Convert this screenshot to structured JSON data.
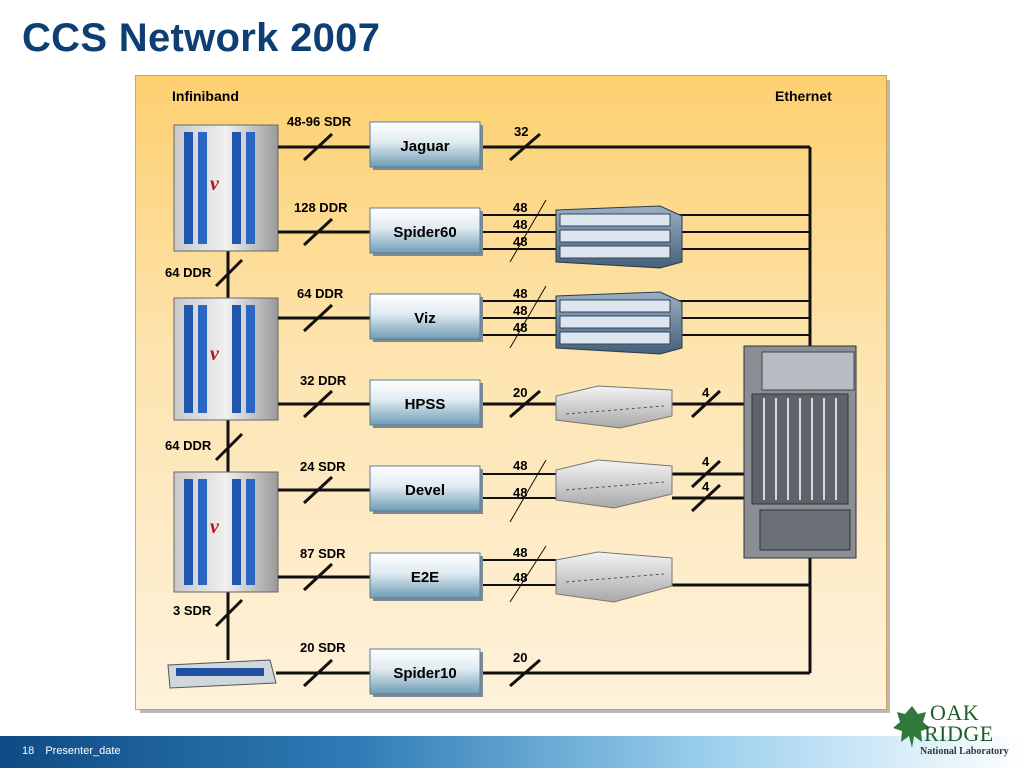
{
  "slide": {
    "title": "CCS Network 2007",
    "page_number": "18",
    "footer_label": "Presenter_date"
  },
  "logo": {
    "word1": "OAK",
    "word2": "RIDGE",
    "subtitle": "National Laboratory"
  },
  "diagram": {
    "left_header": "Infiniband",
    "right_header": "Ethernet",
    "inter_switch_links": [
      "64 DDR",
      "64 DDR",
      "3 SDR"
    ],
    "systems": [
      {
        "name": "Jaguar",
        "ib_label": "48-96 SDR",
        "eth_labels": [
          "32"
        ]
      },
      {
        "name": "Spider60",
        "ib_label": "128 DDR",
        "eth_labels": [
          "48",
          "48",
          "48"
        ]
      },
      {
        "name": "Viz",
        "ib_label": "64 DDR",
        "eth_labels": [
          "48",
          "48",
          "48"
        ]
      },
      {
        "name": "HPSS",
        "ib_label": "32 DDR",
        "eth_labels": [
          "20"
        ],
        "uplink_labels": [
          "4"
        ]
      },
      {
        "name": "Devel",
        "ib_label": "24 SDR",
        "eth_labels": [
          "48",
          "48"
        ],
        "uplink_labels": [
          "4",
          "4"
        ]
      },
      {
        "name": "E2E",
        "ib_label": "87 SDR",
        "eth_labels": [
          "48",
          "48"
        ]
      },
      {
        "name": "Spider10",
        "ib_label": "20 SDR",
        "eth_labels": [
          "20"
        ]
      }
    ]
  },
  "colors": {
    "title": "#0d3e74",
    "line": "#111111",
    "box_top": "#ffffff",
    "box_bottom": "#6f9cb5",
    "switch_blue": "#1f4fa0"
  }
}
